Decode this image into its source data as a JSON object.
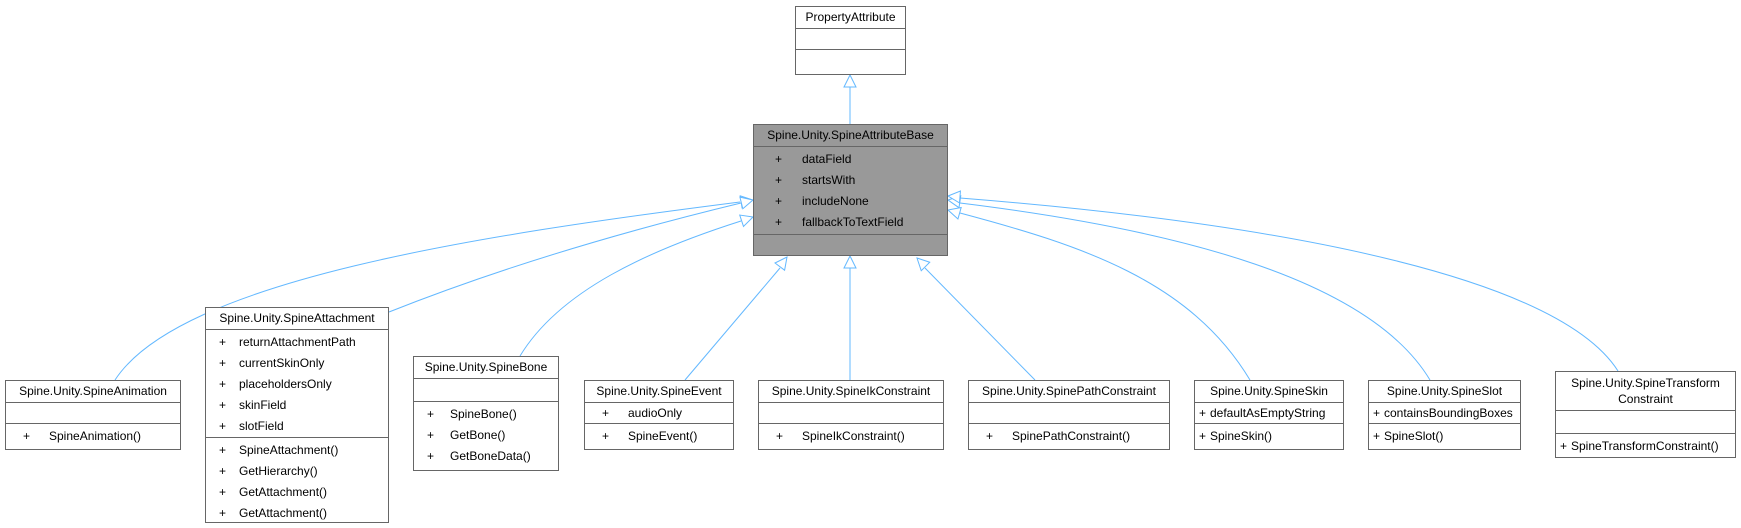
{
  "nodes": {
    "base_parent": {
      "name": "PropertyAttribute",
      "attributes": [],
      "methods": []
    },
    "attr_base": {
      "name": "Spine.Unity.SpineAttributeBase",
      "attributes": [
        {
          "vis": "+",
          "name": "dataField"
        },
        {
          "vis": "+",
          "name": "startsWith"
        },
        {
          "vis": "+",
          "name": "includeNone"
        },
        {
          "vis": "+",
          "name": "fallbackToTextField"
        }
      ],
      "methods": []
    },
    "animation": {
      "name": "Spine.Unity.SpineAnimation",
      "attributes": [],
      "methods": [
        {
          "vis": "+",
          "name": "SpineAnimation()"
        }
      ]
    },
    "attachment": {
      "name": "Spine.Unity.SpineAttachment",
      "attributes": [
        {
          "vis": "+",
          "name": "returnAttachmentPath"
        },
        {
          "vis": "+",
          "name": "currentSkinOnly"
        },
        {
          "vis": "+",
          "name": "placeholdersOnly"
        },
        {
          "vis": "+",
          "name": "skinField"
        },
        {
          "vis": "+",
          "name": "slotField"
        }
      ],
      "methods": [
        {
          "vis": "+",
          "name": "SpineAttachment()"
        },
        {
          "vis": "+",
          "name": "GetHierarchy()"
        },
        {
          "vis": "+",
          "name": "GetAttachment()"
        },
        {
          "vis": "+",
          "name": "GetAttachment()"
        }
      ]
    },
    "bone": {
      "name": "Spine.Unity.SpineBone",
      "attributes": [],
      "methods": [
        {
          "vis": "+",
          "name": "SpineBone()"
        },
        {
          "vis": "+",
          "name": "GetBone()"
        },
        {
          "vis": "+",
          "name": "GetBoneData()"
        }
      ]
    },
    "event": {
      "name": "Spine.Unity.SpineEvent",
      "attributes": [
        {
          "vis": "+",
          "name": "audioOnly"
        }
      ],
      "methods": [
        {
          "vis": "+",
          "name": "SpineEvent()"
        }
      ]
    },
    "ik": {
      "name": "Spine.Unity.SpineIkConstraint",
      "attributes": [],
      "methods": [
        {
          "vis": "+",
          "name": "SpineIkConstraint()"
        }
      ]
    },
    "path": {
      "name": "Spine.Unity.SpinePathConstraint",
      "attributes": [],
      "methods": [
        {
          "vis": "+",
          "name": "SpinePathConstraint()"
        }
      ]
    },
    "skin": {
      "name": "Spine.Unity.SpineSkin",
      "attributes": [
        {
          "vis": "+",
          "name": "defaultAsEmptyString"
        }
      ],
      "methods": [
        {
          "vis": "+",
          "name": "SpineSkin()"
        }
      ]
    },
    "slot": {
      "name": "Spine.Unity.SpineSlot",
      "attributes": [
        {
          "vis": "+",
          "name": "containsBoundingBoxes"
        }
      ],
      "methods": [
        {
          "vis": "+",
          "name": "SpineSlot()"
        }
      ]
    },
    "transform": {
      "name": "Spine.Unity.SpineTransform\nConstraint",
      "attributes": [],
      "methods": [
        {
          "vis": "+",
          "name": "SpineTransformConstraint()"
        }
      ]
    }
  },
  "colors": {
    "edge": "#63b8ff",
    "highlight": "#999999",
    "border": "#666666"
  }
}
